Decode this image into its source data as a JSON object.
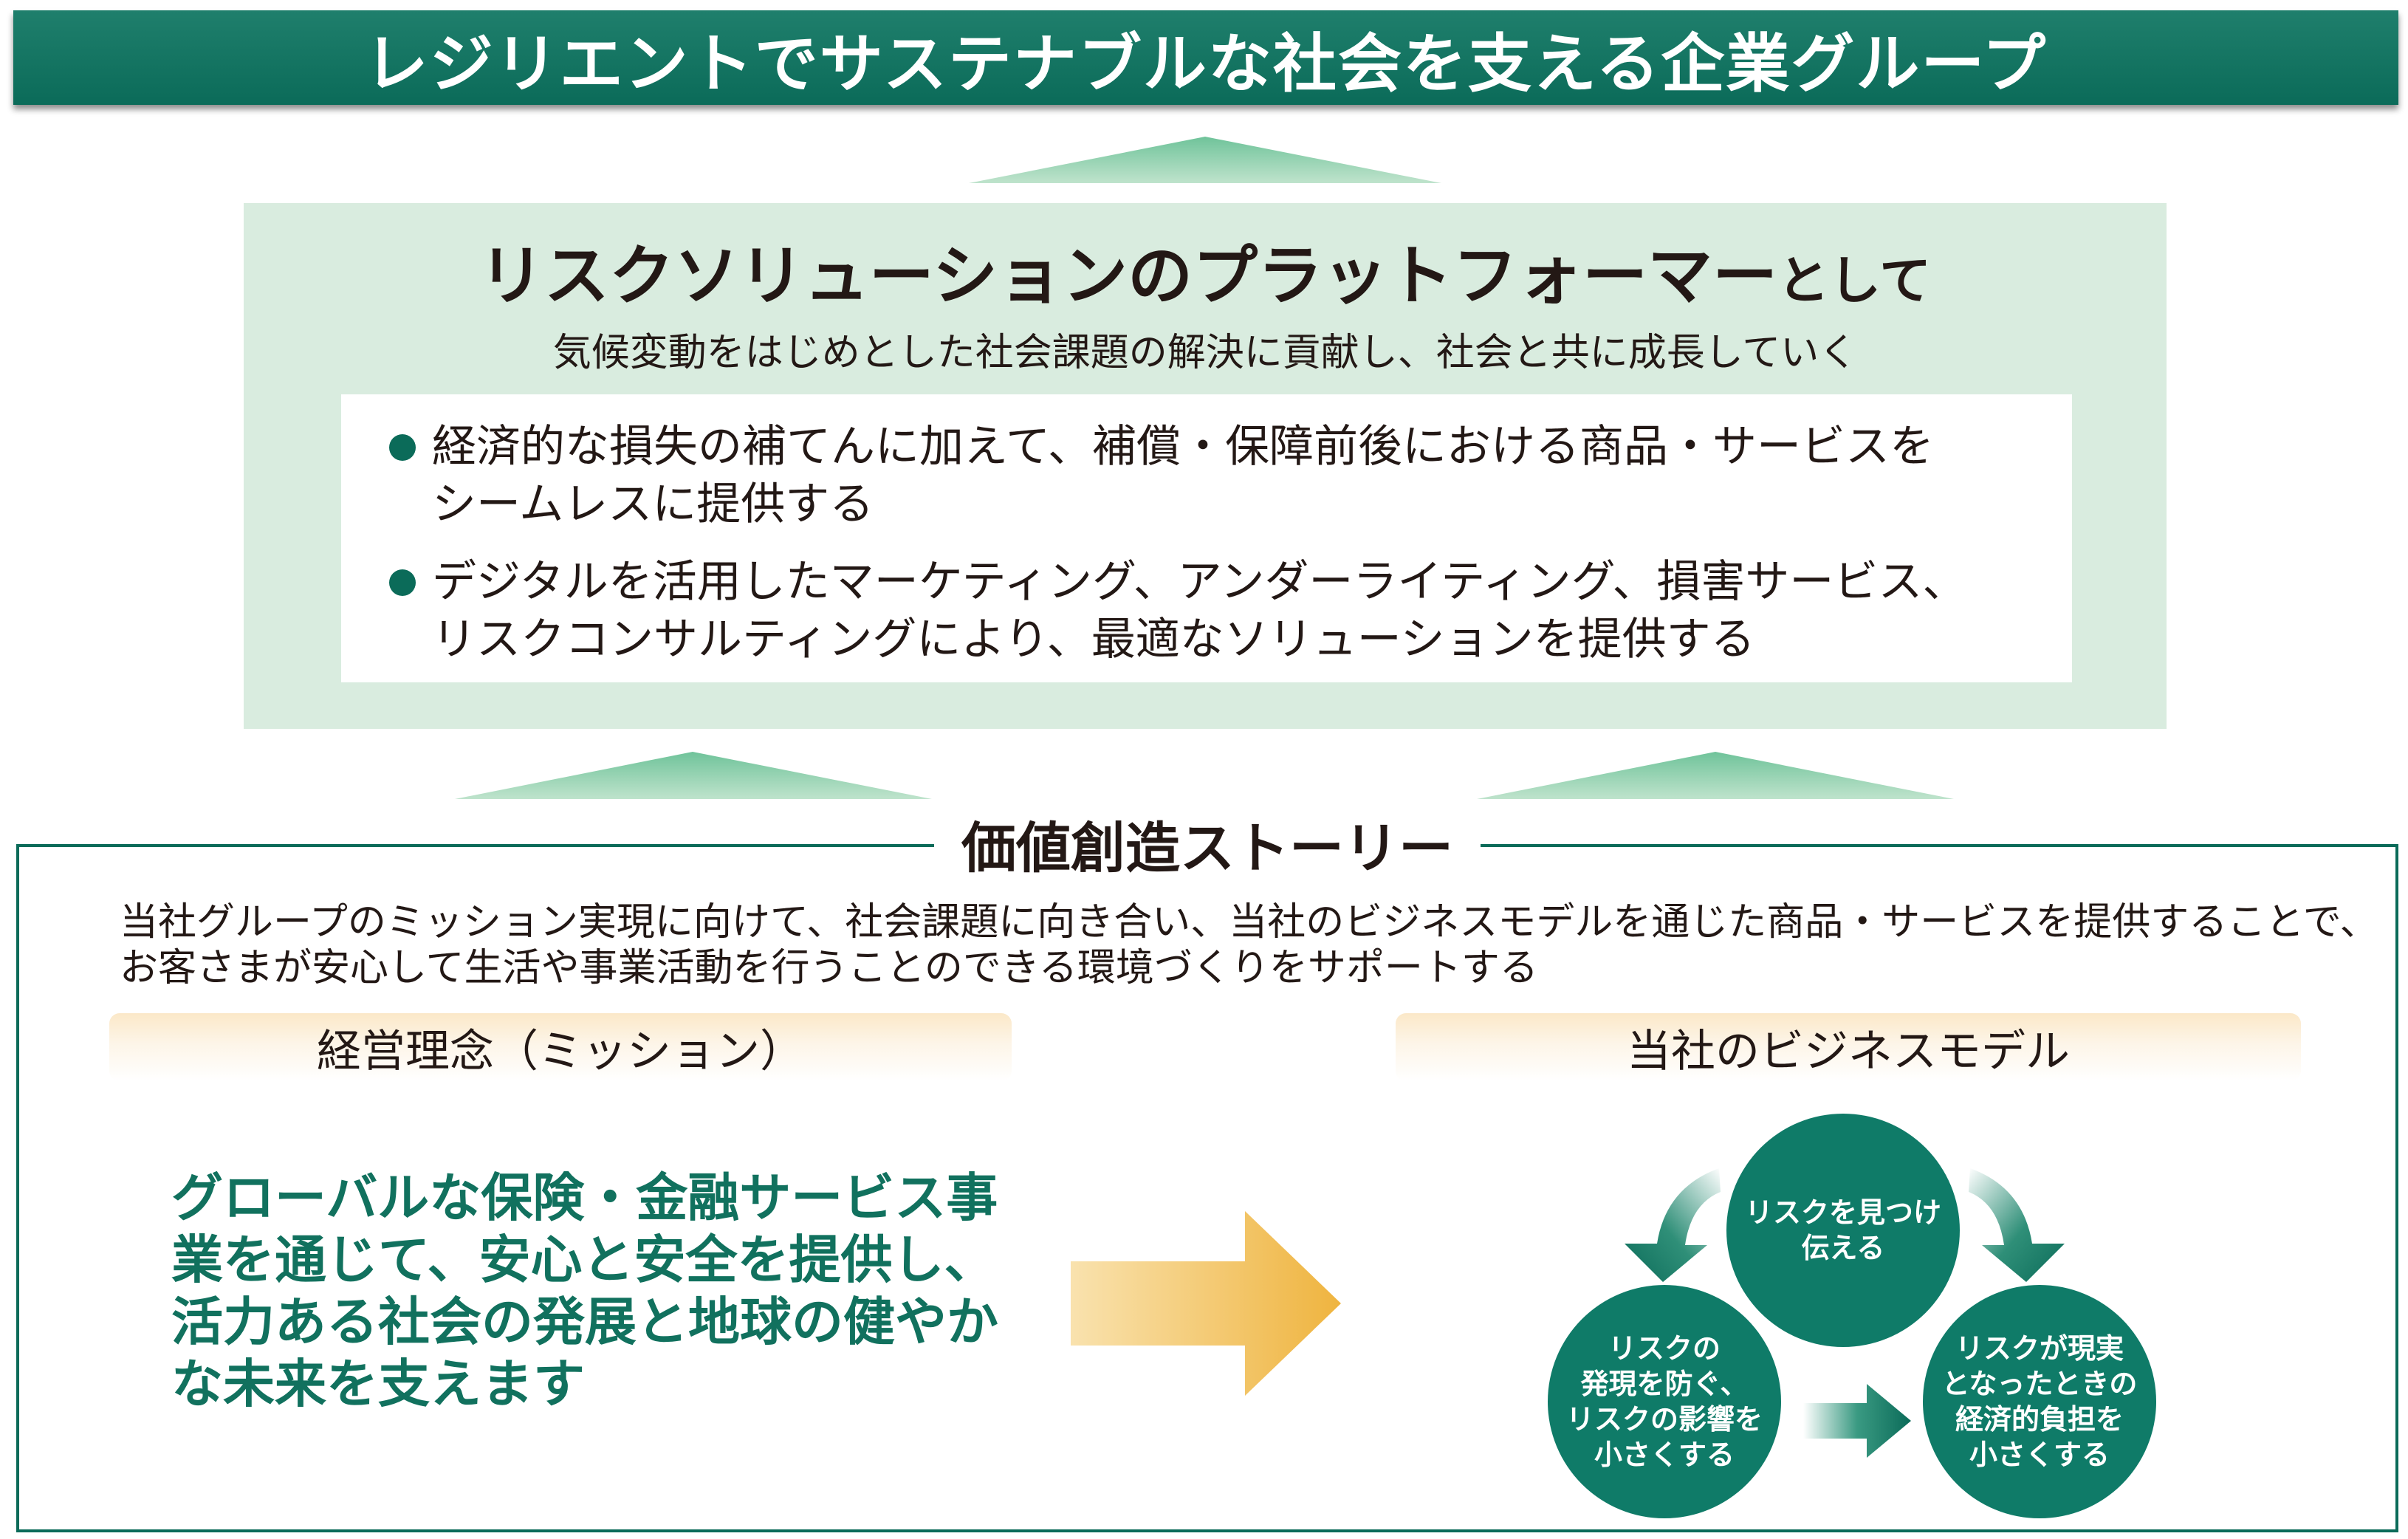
{
  "banner": {
    "title": "レジリエントでサステナブルな社会を支える企業グループ"
  },
  "platform": {
    "title_main": "リスクソリューションのプラットフォーマー",
    "title_suffix": "として",
    "subtitle": "気候変動をはじめとした社会課題の解決に貢献し、社会と共に成長していく",
    "bullets": [
      {
        "line1": "経済的な損失の補てんに加えて、補償・保障前後における商品・サービスを",
        "line2": "シームレスに提供する"
      },
      {
        "line1": "デジタルを活用したマーケティング、アンダーライティング、損害サービス、",
        "line2": "リスクコンサルティングにより、最適なソリューションを提供する"
      }
    ]
  },
  "story": {
    "title": "価値創造ストーリー",
    "description_line1": "当社グループのミッション実現に向けて、社会課題に向き合い、当社のビジネスモデルを通じた商品・サービスを提供することで、",
    "description_line2": "お客さまが安心して生活や事業活動を行うことのできる環境づくりをサポートする"
  },
  "mission": {
    "header": "経営理念（ミッション）",
    "text": "グローバルな保険・金融サービス事業を通じて、安心と安全を提供し、活力ある社会の発展と地球の健やかな未来を支えます"
  },
  "business_model": {
    "header": "当社のビジネスモデル",
    "circles": {
      "top": "リスクを見つけ\n伝える",
      "left": "リスクの\n発現を防ぐ、\nリスクの影響を\n小さくする",
      "right": "リスクが現実\nとなったときの\n経済的負担を\n小さくする"
    }
  },
  "colors": {
    "primary_green": "#0b6b59",
    "light_green": "#d9ecdf",
    "circle_green": "#0f7b68",
    "gold_arrow": "#f0b84a",
    "band_peach": "#fbe8c8"
  }
}
